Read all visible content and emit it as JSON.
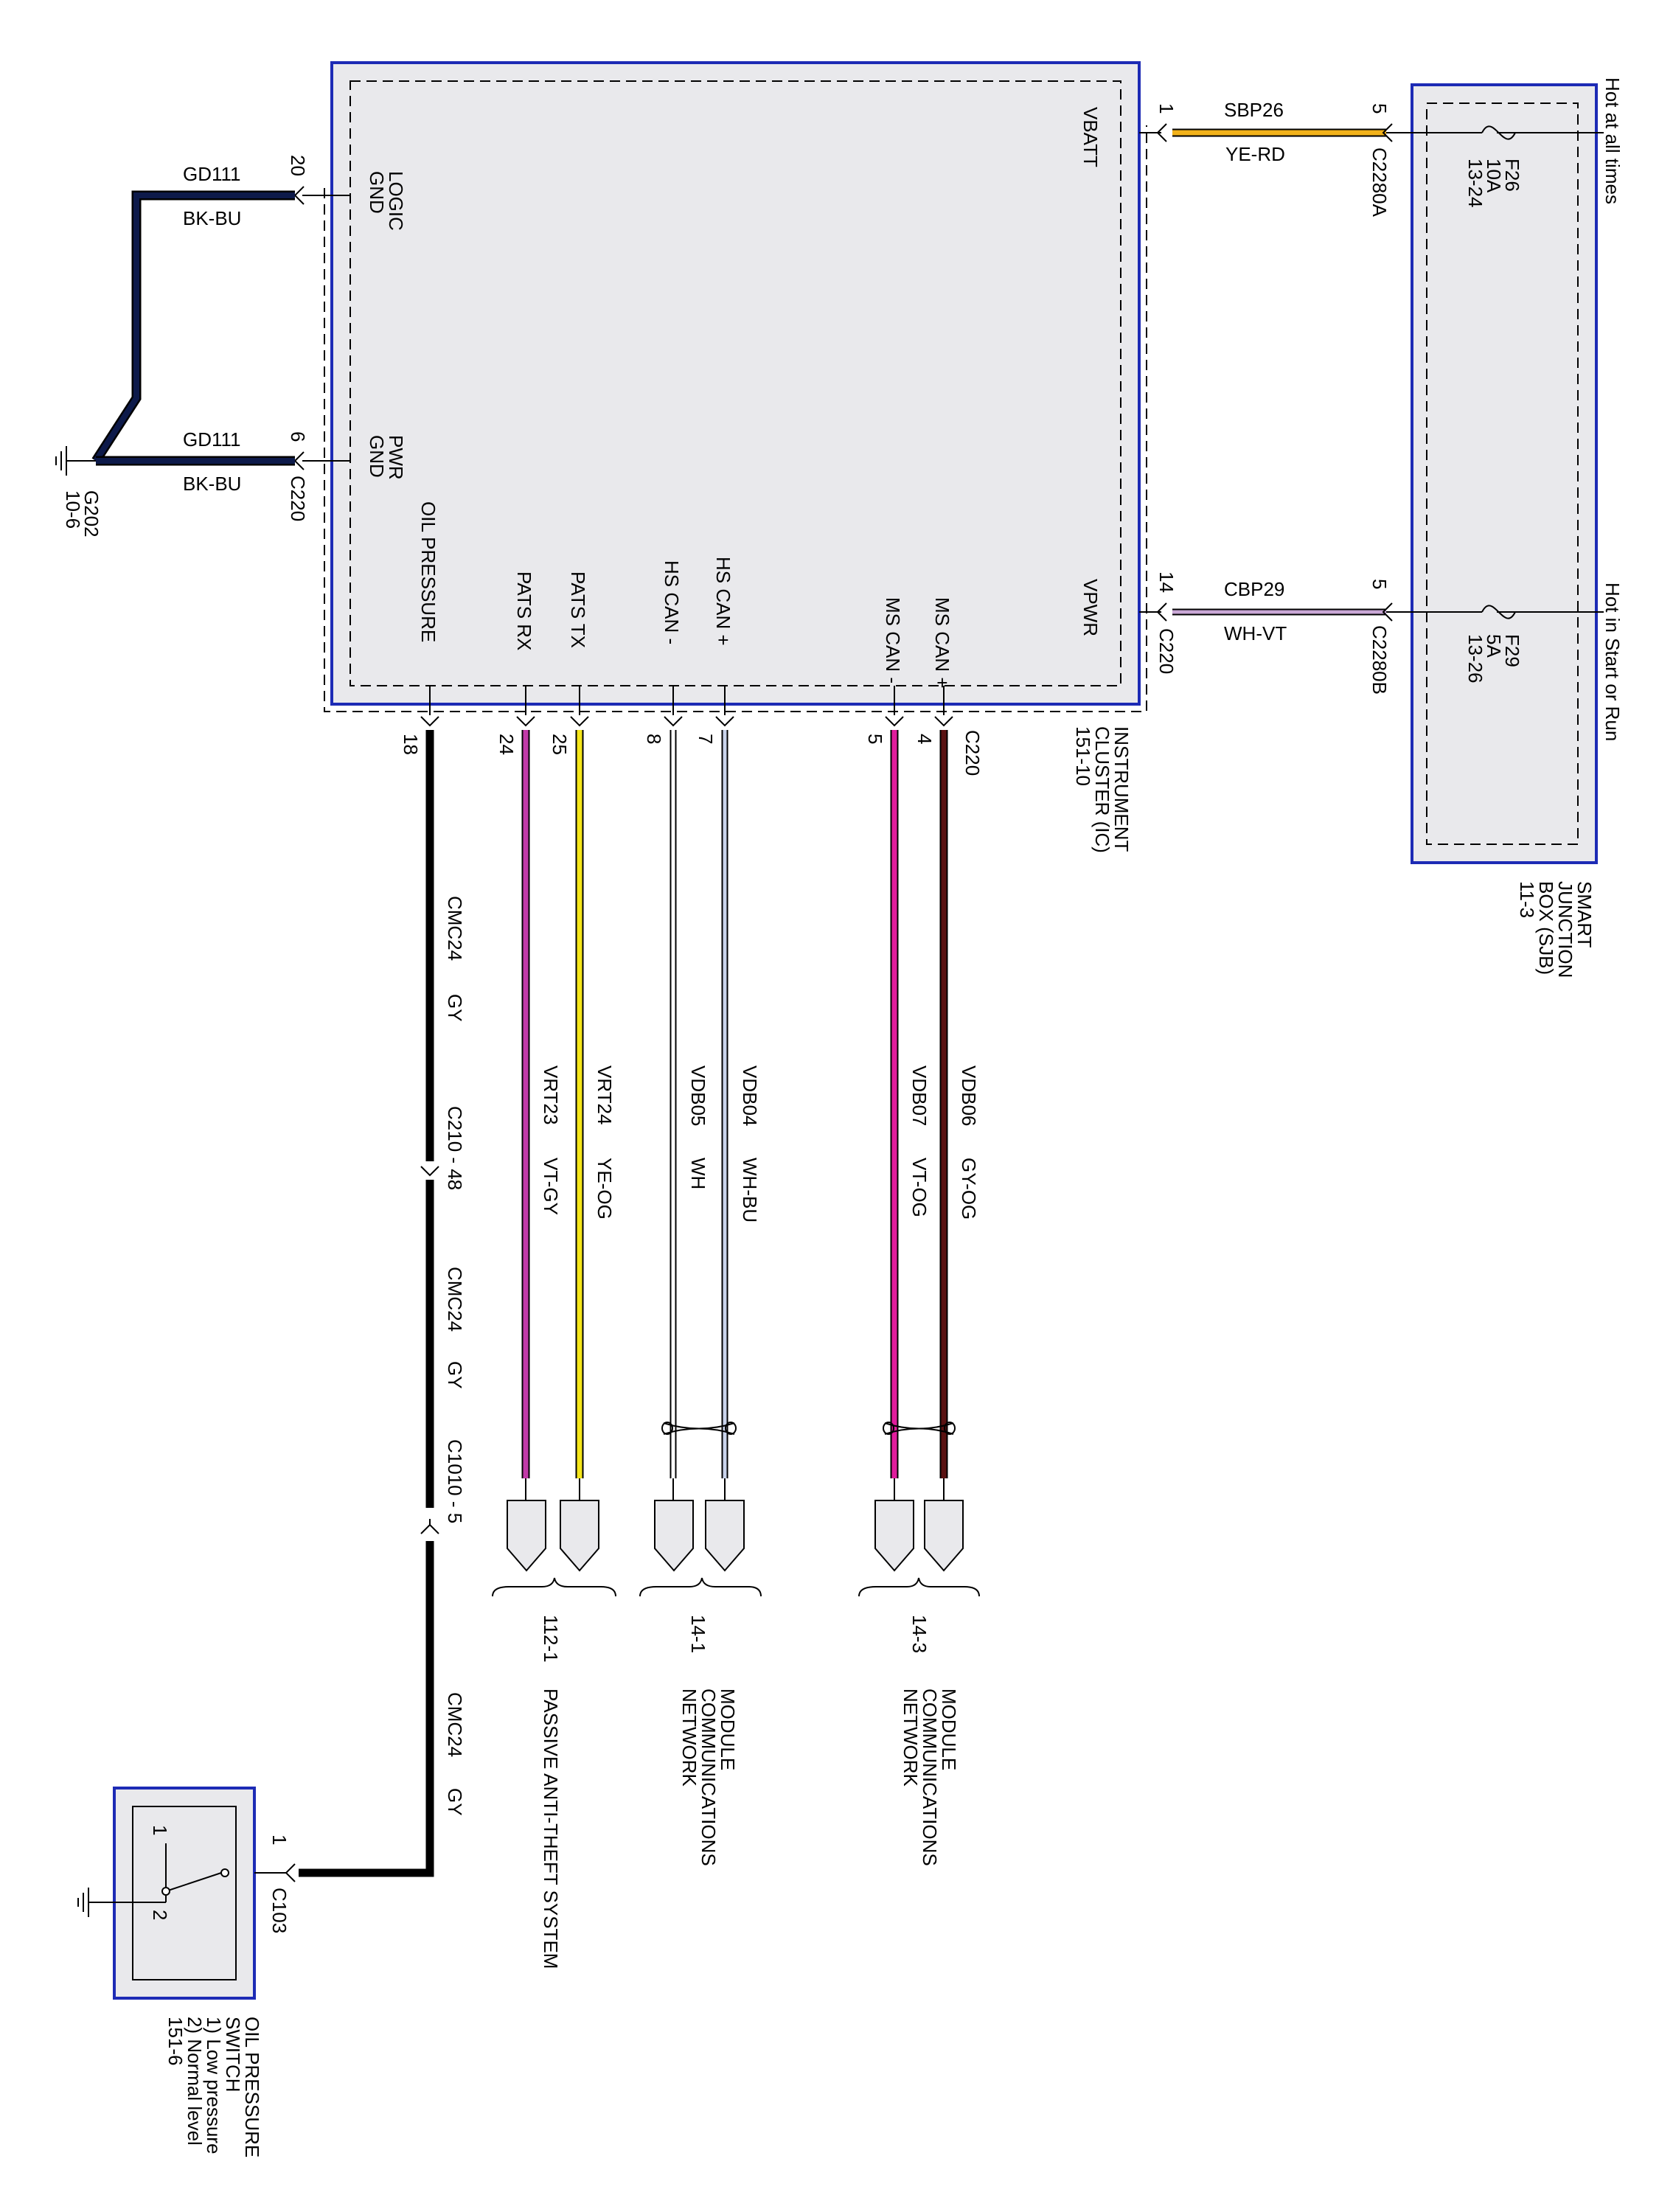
{
  "ic": {
    "name": "INSTRUMENT CLUSTER (IC)",
    "page": "151-10",
    "pins": {
      "vbatt": {
        "label": "VBATT",
        "pin": "1"
      },
      "vpwr": {
        "label": "VPWR",
        "pin": "14",
        "connector": "C220"
      },
      "logic_gnd": {
        "label": "LOGIC GND",
        "pin": "20"
      },
      "pwr_gnd": {
        "label": "PWR GND",
        "pin": "6",
        "connector": "C220"
      },
      "oil_pressure": {
        "label": "OIL PRESSURE",
        "pin": "18"
      },
      "pats_rx": {
        "label": "PATS RX",
        "pin": "24"
      },
      "pats_tx": {
        "label": "PATS TX",
        "pin": "25"
      },
      "hs_can_minus": {
        "label": "HS CAN -",
        "pin": "8"
      },
      "hs_can_plus": {
        "label": "HS CAN +",
        "pin": "7"
      },
      "ms_can_minus": {
        "label": "MS CAN -",
        "pin": "5"
      },
      "ms_can_plus": {
        "label": "MS CAN +",
        "pin": "4"
      },
      "bottom_connector": "C220"
    }
  },
  "sjb": {
    "name": "SMART JUNCTION BOX (SJB)",
    "page": "11-3",
    "hot1": "Hot at all times",
    "hot2": "Hot in Start or Run",
    "fuse1": {
      "id": "F26",
      "rating": "10A",
      "ref": "13-24",
      "pin": "5",
      "connector": "C2280A"
    },
    "fuse2": {
      "id": "F29",
      "rating": "5A",
      "ref": "13-26",
      "pin": "5",
      "connector": "C2280B"
    }
  },
  "wires": {
    "sbp26": {
      "circuit": "SBP26",
      "color": "YE-RD"
    },
    "cbp29": {
      "circuit": "CBP29",
      "color": "WH-VT"
    },
    "gd111_a": {
      "circuit": "GD111",
      "color": "BK-BU"
    },
    "gd111_b": {
      "circuit": "GD111",
      "color": "BK-BU"
    },
    "cmc24_1": {
      "circuit": "CMC24",
      "color": "GY"
    },
    "cmc24_2": {
      "circuit": "CMC24",
      "color": "GY"
    },
    "cmc24_3": {
      "circuit": "CMC24",
      "color": "GY"
    },
    "vrt23": {
      "circuit": "VRT23",
      "color": "VT-GY"
    },
    "vrt24": {
      "circuit": "VRT24",
      "color": "YE-OG"
    },
    "vdb05": {
      "circuit": "VDB05",
      "color": "WH"
    },
    "vdb04": {
      "circuit": "VDB04",
      "color": "WH-BU"
    },
    "vdb07": {
      "circuit": "VDB07",
      "color": "VT-OG"
    },
    "vdb06": {
      "circuit": "VDB06",
      "color": "GY-OG"
    }
  },
  "inline": {
    "c210": "C210 - 48",
    "c1010": "C1010 - 5"
  },
  "ground": {
    "name": "G202",
    "ref": "10-6"
  },
  "destinations": {
    "pats": {
      "ref": "112-1",
      "label": "PASSIVE ANTI-THEFT SYSTEM"
    },
    "hs_net": {
      "ref": "14-1",
      "line1": "MODULE",
      "line2": "COMMUNICATIONS",
      "line3": "NETWORK"
    },
    "ms_net": {
      "ref": "14-3",
      "line1": "MODULE",
      "line2": "COMMUNICATIONS",
      "line3": "NETWORK"
    }
  },
  "oil_switch": {
    "line1": "OIL PRESSURE",
    "line2": "SWITCH",
    "line3": "1) Low pressure",
    "line4": "2) Normal level",
    "ref": "151-6",
    "pin1": "1",
    "pin2": "2",
    "conn_pin": "1",
    "connector": "C103"
  },
  "colors": {
    "box_border": "#1d2bb5",
    "box_fill": "#e9e9ec",
    "ye_rd": "#f2b21a",
    "wh_vt": "#c9a7d6",
    "bk_bu": "#0d1a4a",
    "vt": "#e01c9c",
    "ye": "#f5e61a",
    "gy_og": "#5a1212",
    "wh_bu": "#c9d3ea"
  }
}
